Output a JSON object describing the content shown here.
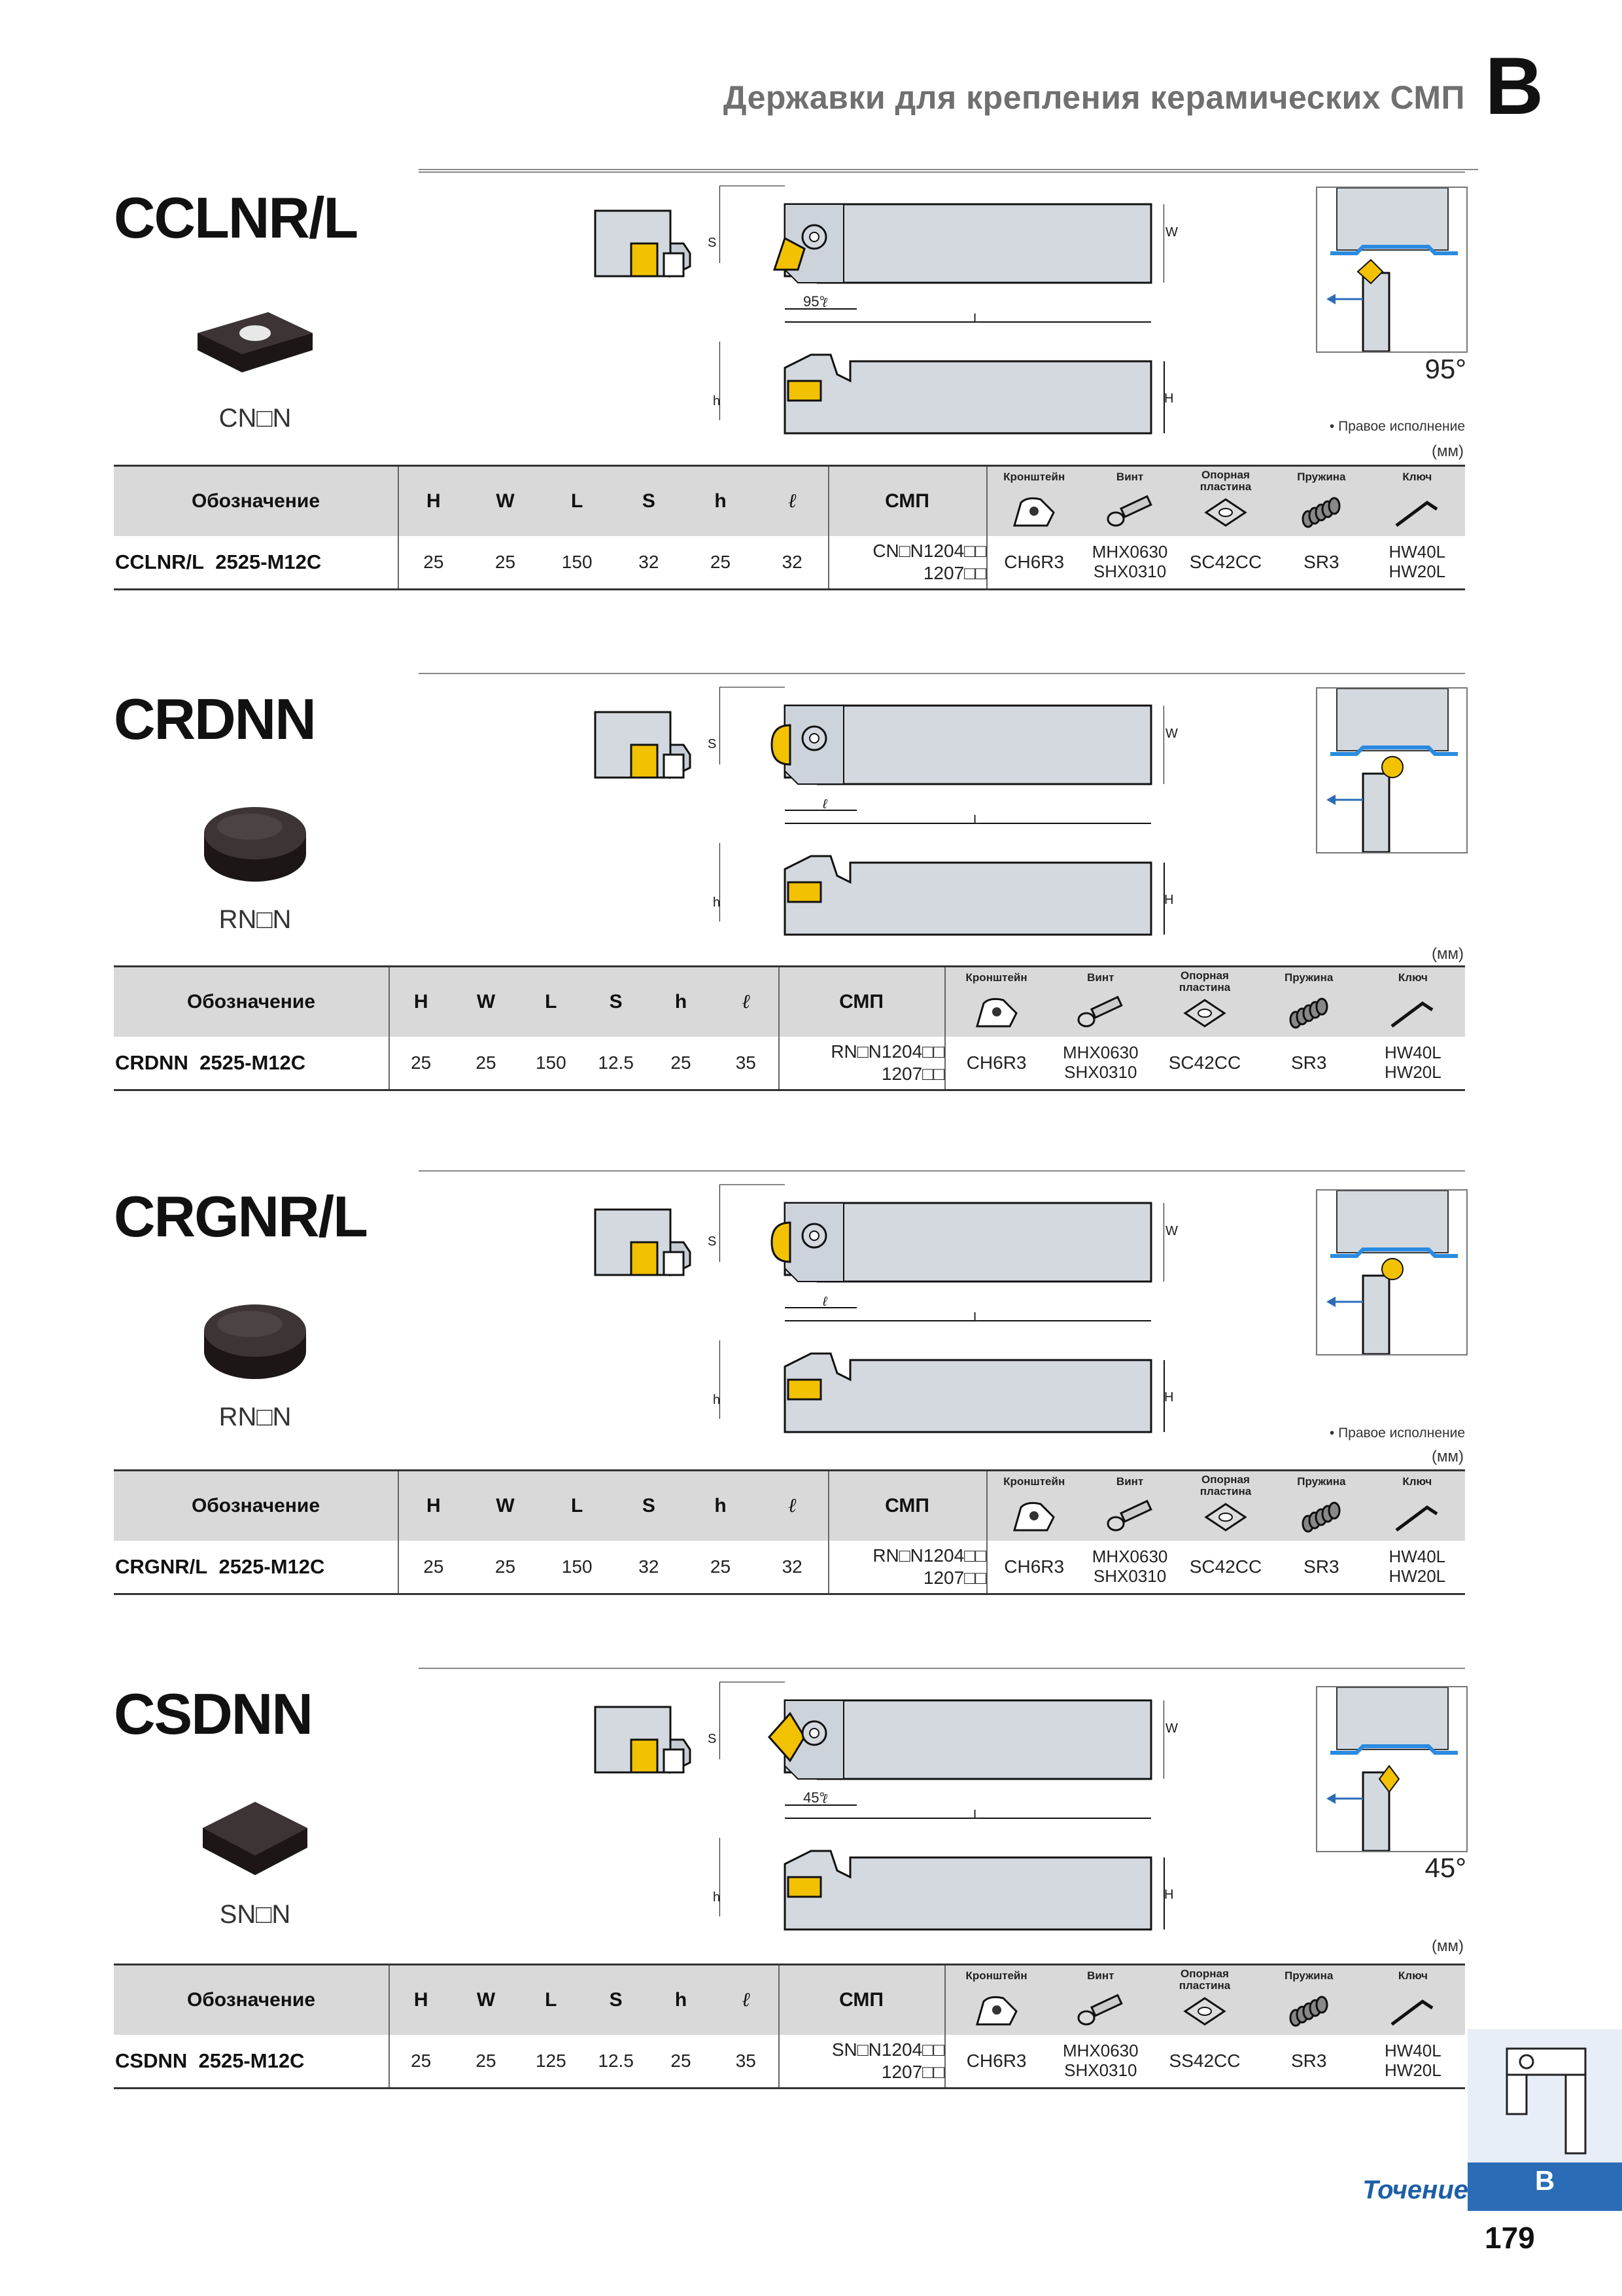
{
  "header": {
    "title": "Державки для крепления керамических СМП",
    "section_letter": "B"
  },
  "table_headers": {
    "designation": "Обозначение",
    "H": "H",
    "W": "W",
    "L": "L",
    "S": "S",
    "h": "h",
    "l": "ℓ",
    "insert": "СМП",
    "bracket": "Кронштейн",
    "screw": "Винт",
    "seat_line1": "Опорная",
    "seat_line2": "пластина",
    "spring": "Пружина",
    "key": "Ключ"
  },
  "dims": {
    "S": "S",
    "W": "W",
    "L": "L",
    "h": "h",
    "H": "H",
    "l": "ℓ"
  },
  "sections": [
    {
      "name": "CCLNR/L",
      "insert_code": "CN□N",
      "angle_label": "95°",
      "dim_angle": "95°",
      "note": "• Правое исполнение",
      "unit": "(мм)",
      "row": {
        "code": "CCLNR/L",
        "size": "2525-M12C",
        "H": "25",
        "W": "25",
        "L": "150",
        "S": "32",
        "h": "25",
        "l": "32",
        "insert1": "CN□N1204□□",
        "insert2": "1207□□",
        "bracket": "CH6R3",
        "screw1": "MHX0630",
        "screw2": "SHX0310",
        "seat": "SC42CC",
        "spring": "SR3",
        "key1": "HW40L",
        "key2": "HW20L"
      }
    },
    {
      "name": "CRDNN",
      "insert_code": "RN□N",
      "angle_label": "",
      "dim_angle": "",
      "note": "",
      "unit": "(мм)",
      "row": {
        "code": "CRDNN",
        "size": "2525-M12C",
        "H": "25",
        "W": "25",
        "L": "150",
        "S": "12.5",
        "h": "25",
        "l": "35",
        "insert1": "RN□N1204□□",
        "insert2": "1207□□",
        "bracket": "CH6R3",
        "screw1": "MHX0630",
        "screw2": "SHX0310",
        "seat": "SC42CC",
        "spring": "SR3",
        "key1": "HW40L",
        "key2": "HW20L"
      }
    },
    {
      "name": "CRGNR/L",
      "insert_code": "RN□N",
      "angle_label": "",
      "dim_angle": "",
      "note": "• Правое исполнение",
      "unit": "(мм)",
      "row": {
        "code": "CRGNR/L",
        "size": "2525-M12C",
        "H": "25",
        "W": "25",
        "L": "150",
        "S": "32",
        "h": "25",
        "l": "32",
        "insert1": "RN□N1204□□",
        "insert2": "1207□□",
        "bracket": "CH6R3",
        "screw1": "MHX0630",
        "screw2": "SHX0310",
        "seat": "SC42CC",
        "spring": "SR3",
        "key1": "HW40L",
        "key2": "HW20L"
      }
    },
    {
      "name": "CSDNN",
      "insert_code": "SN□N",
      "angle_label": "45°",
      "dim_angle": "45°",
      "note": "",
      "unit": "(мм)",
      "row": {
        "code": "CSDNN",
        "size": "2525-M12C",
        "H": "25",
        "W": "25",
        "L": "125",
        "S": "12.5",
        "h": "25",
        "l": "35",
        "insert1": "SN□N1204□□",
        "insert2": "1207□□",
        "bracket": "CH6R3",
        "screw1": "MHX0630",
        "screw2": "SHX0310",
        "seat": "SS42CC",
        "spring": "SR3",
        "key1": "HW40L",
        "key2": "HW20L"
      }
    }
  ],
  "footer": {
    "section_word": "Точение",
    "tab_letter": "B",
    "page_number": "179"
  },
  "colors": {
    "accent_blue": "#2a6cb6",
    "insert_yellow": "#f2c200",
    "holder_gray": "#d4d9e0",
    "outline": "#111111"
  }
}
